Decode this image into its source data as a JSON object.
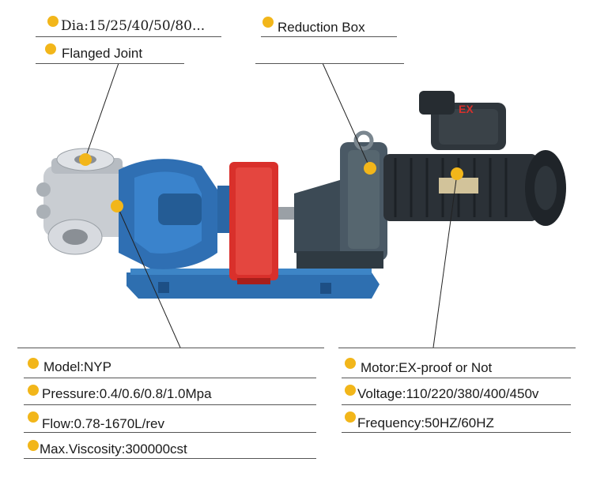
{
  "labels": {
    "dia": "Dia:15/25/40/50/80...",
    "reduction_box": "Reduction Box",
    "flanged_joint": "Flanged Joint",
    "model": "Model:NYP",
    "pressure": "Pressure:0.4/0.6/0.8/1.0Mpa",
    "flow": "Flow:0.78-1670L/rev",
    "max_viscosity": "Max.Viscosity:300000cst",
    "motor": "Motor:EX-proof or Not",
    "voltage": "Voltage:110/220/380/400/450v",
    "frequency": "Frequency:50HZ/60HZ"
  },
  "motor_box_mark": "EX",
  "colors": {
    "dot": "#f2b61a",
    "pump_blue": "#2f6fb3",
    "coupling_red": "#d9302b",
    "motor_dark": "#2b3137"
  }
}
